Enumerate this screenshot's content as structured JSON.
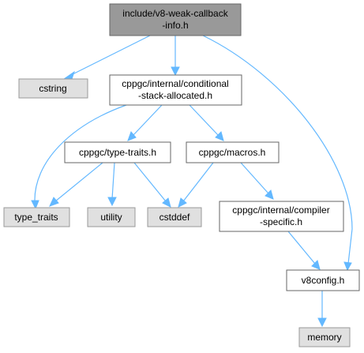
{
  "nodes": {
    "root": {
      "line1": "include/v8-weak-callback",
      "line2": "-info.h"
    },
    "cstring": {
      "label": "cstring"
    },
    "conditional": {
      "line1": "cppgc/internal/conditional",
      "line2": "-stack-allocated.h"
    },
    "type_traits_h": {
      "label": "cppgc/type-traits.h"
    },
    "macros": {
      "label": "cppgc/macros.h"
    },
    "type_traits": {
      "label": "type_traits"
    },
    "utility": {
      "label": "utility"
    },
    "cstddef": {
      "label": "cstddef"
    },
    "compiler": {
      "line1": "cppgc/internal/compiler",
      "line2": "-specific.h"
    },
    "v8config": {
      "label": "v8config.h"
    },
    "memory": {
      "label": "memory"
    }
  },
  "colors": {
    "edge": "#63b8ff",
    "focus_fill": "#999999",
    "system_fill": "#e0e0e0",
    "normal_fill": "#ffffff",
    "border": "#666666"
  }
}
